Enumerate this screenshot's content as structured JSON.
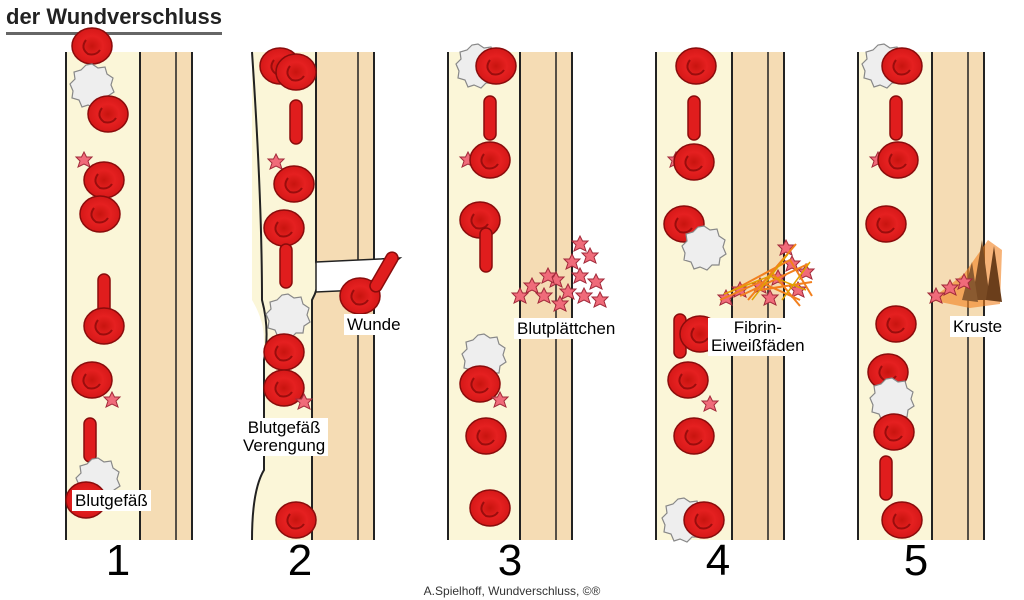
{
  "title": "der Wundverschluss",
  "panels": [
    {
      "number": "1",
      "label": "Blutgefäß"
    },
    {
      "number": "2",
      "label_top": "Wunde",
      "label_bottom_1": "Blutgefäß",
      "label_bottom_2": "Verengung"
    },
    {
      "number": "3",
      "label": "Blutplättchen"
    },
    {
      "number": "4",
      "label_1": "Fibrin-",
      "label_2": "Eiweißfäden"
    },
    {
      "number": "5",
      "label": "Kruste"
    }
  ],
  "credit": "A.Spielhoff, Wundverschluss, ©®",
  "colors": {
    "plasma": "#fbf6d8",
    "wall": "#f5dcb4",
    "rbc": "#e31b1b",
    "rbc_dark": "#b30f0f",
    "platelet": "#f06b7a",
    "wbc": "#eeeeee",
    "fibrin": "#f2801e",
    "crust": "#7a4b24"
  }
}
